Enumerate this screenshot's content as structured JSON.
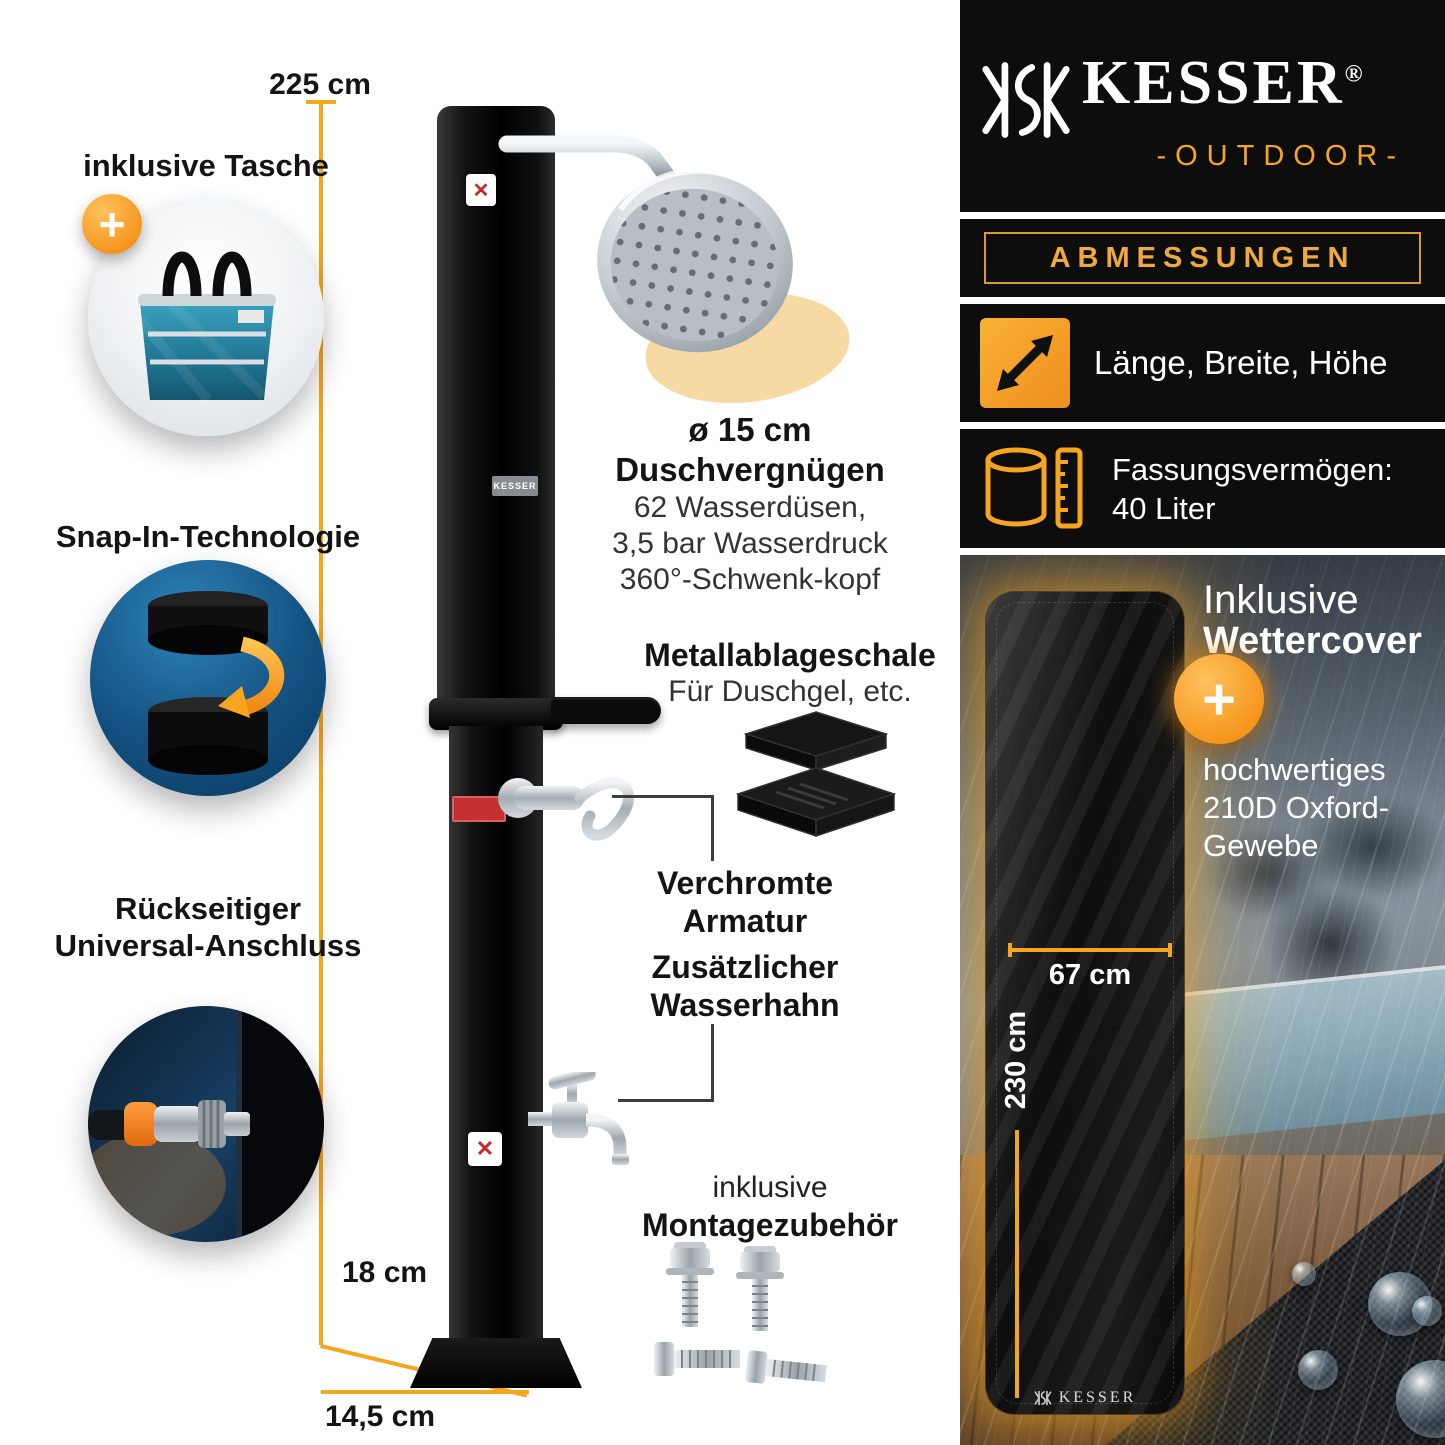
{
  "colors": {
    "accent": "#F6A51F",
    "gold": "#EFA93C",
    "panel": "#0D0D0D",
    "red_sticker": "#C62F2F"
  },
  "left": {
    "dim_height": "225 cm",
    "dim_depth": "18 cm",
    "dim_width": "14,5 cm",
    "bag_label": "inklusive Tasche",
    "bag_plus": "+",
    "snap_label": "Snap-In-Technologie",
    "rear_label_line1": "Rückseitiger",
    "rear_label_line2": "Universal-Anschluss",
    "shower": {
      "diameter": "ø 15 cm",
      "title": "Duschvergnügen",
      "lines": [
        "62 Wasserdüsen,",
        "3,5 bar Wasserdruck",
        "360°-Schwenk-kopf"
      ]
    },
    "tray_title": "Metallablageschale",
    "tray_subtitle": "Für Duschgel, etc.",
    "faucet_line1": "Verchromte",
    "faucet_line2": "Armatur",
    "tap_line1": "Zusätzlicher",
    "tap_line2": "Wasserhahn",
    "mount_line1": "inklusive",
    "mount_line2": "Montagezubehör",
    "column_sticker": "KESSER"
  },
  "right": {
    "brand_name": "KESSER",
    "brand_reg": "®",
    "brand_tagline": "-OUTDOOR-",
    "section_title": "ABMESSUNGEN",
    "dimensions_label": "Länge, Breite, Höhe",
    "capacity_line1": "Fassungsvermögen:",
    "capacity_line2": "40 Liter",
    "cover_line1": "Inklusive",
    "cover_line2": "Wettercover",
    "cover_plus": "+",
    "material_line1": "hochwertiges",
    "material_line2": "210D Oxford-",
    "material_line3": "Gewebe",
    "cover_dim_width": "67 cm",
    "cover_dim_height": "230 cm",
    "cover_brand": "KESSER"
  },
  "icons": {
    "plus_badge": "plus",
    "dimensions": "diagonal-double-arrow",
    "capacity": "tank-with-ruler",
    "brand_mark": "kesser-monogram"
  }
}
